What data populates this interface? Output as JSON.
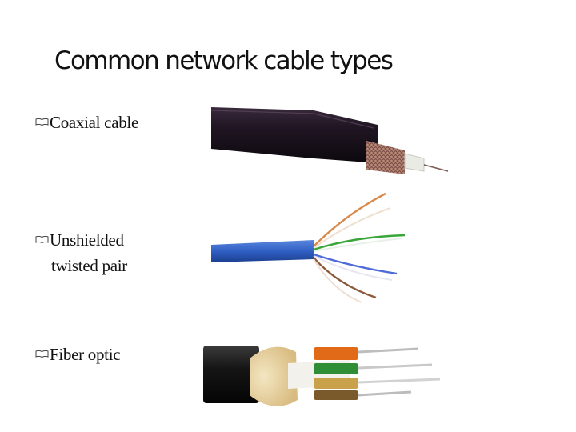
{
  "slide": {
    "title": "Common network cable types",
    "bullets": [
      {
        "line1": "Coaxial  cable",
        "line2": "",
        "image": "coaxial-cable-photo"
      },
      {
        "line1": "Unshielded",
        "line2": "twisted pair",
        "image": "utp-cable-photo"
      },
      {
        "line1": "Fiber  optic",
        "line2": "",
        "image": "fiber-optic-cable-photo"
      }
    ],
    "bullet_icon": "open-book-bullet-icon",
    "colors": {
      "coax_jacket": "#1e1422",
      "utp_jacket": "#2f5fc4",
      "fiber_jacket": "#111111",
      "fiber_strands": "#e6cf9b"
    }
  }
}
